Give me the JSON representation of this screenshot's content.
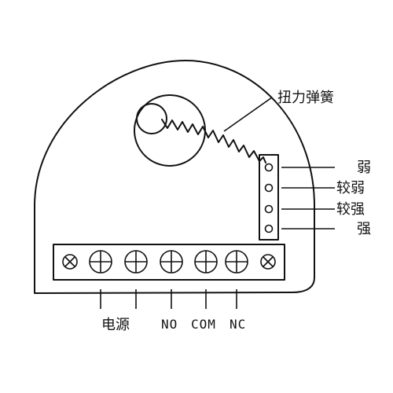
{
  "spring_label": "扭力弹簧",
  "strength_labels": [
    "弱",
    "较弱",
    "较强",
    "强"
  ],
  "terminal_labels": {
    "power": "电源",
    "no": "NO",
    "com": "COM",
    "nc": "NC"
  }
}
